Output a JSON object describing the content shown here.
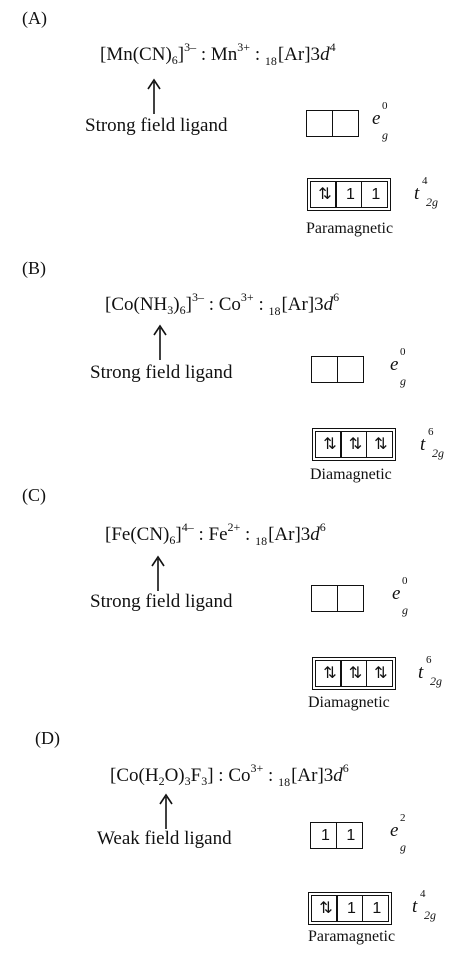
{
  "sections": [
    {
      "label": "(A)",
      "complex_core": "[Mn(CN)",
      "complex_sub": "6",
      "complex_tail": "]",
      "complex_charge": "3–",
      "sep": " : ",
      "ion": "Mn",
      "ion_charge": "3+",
      "config_pre": "18",
      "config_core": "[Ar]3",
      "config_d": "d",
      "config_exp": "4",
      "ligand": "Strong field ligand",
      "eg": {
        "symbol": "e",
        "sub": "g",
        "sup": "0",
        "boxes": [
          "",
          ""
        ]
      },
      "t2g": {
        "symbol": "t",
        "sub": "2g",
        "sup": "4",
        "boxes": [
          "⇅",
          "1",
          "1"
        ]
      },
      "magnetism": "Paramagnetic"
    },
    {
      "label": "(B)",
      "complex_core": "[Co(NH",
      "complex_sub": "3",
      "complex_mid": ")",
      "complex_sub2": "6",
      "complex_tail": "]",
      "complex_charge": "3–",
      "sep": " : ",
      "ion": "Co",
      "ion_charge": "3+",
      "config_pre": "18",
      "config_core": "[Ar]3",
      "config_d": "d",
      "config_exp": "6",
      "ligand": "Strong field ligand",
      "eg": {
        "symbol": "e",
        "sub": "g",
        "sup": "0",
        "boxes": [
          "",
          ""
        ]
      },
      "t2g": {
        "symbol": "t",
        "sub": "2g",
        "sup": "6",
        "boxes": [
          "⇅",
          "⇅",
          "⇅"
        ]
      },
      "magnetism": "Diamagnetic"
    },
    {
      "label": "(C)",
      "complex_core": "[Fe(CN)",
      "complex_sub": "6",
      "complex_tail": "]",
      "complex_charge": "4–",
      "sep": " : ",
      "ion": "Fe",
      "ion_charge": "2+",
      "config_pre": "18",
      "config_core": "[Ar]3",
      "config_d": "d",
      "config_exp": "6",
      "ligand": "Strong field ligand",
      "eg": {
        "symbol": "e",
        "sub": "g",
        "sup": "0",
        "boxes": [
          "",
          ""
        ]
      },
      "t2g": {
        "symbol": "t",
        "sub": "2g",
        "sup": "6",
        "boxes": [
          "⇅",
          "⇅",
          "⇅"
        ]
      },
      "magnetism": "Diamagnetic"
    },
    {
      "label": "(D)",
      "complex_core": "[Co(H",
      "complex_sub": "2",
      "complex_mid": "O)",
      "complex_sub2": "3",
      "complex_mid2": "F",
      "complex_sub3": "3",
      "complex_tail": "]",
      "sep": " : ",
      "ion": "Co",
      "ion_charge": "3+",
      "config_pre": "18",
      "config_core": "[Ar]3",
      "config_d": "d",
      "config_exp": "6",
      "ligand": "Weak field ligand",
      "eg": {
        "symbol": "e",
        "sub": "g",
        "sup": "2",
        "boxes": [
          "1",
          "1"
        ]
      },
      "t2g": {
        "symbol": "t",
        "sub": "2g",
        "sup": "4",
        "boxes": [
          "⇅",
          "1",
          "1"
        ]
      },
      "magnetism": "Paramagnetic"
    }
  ]
}
